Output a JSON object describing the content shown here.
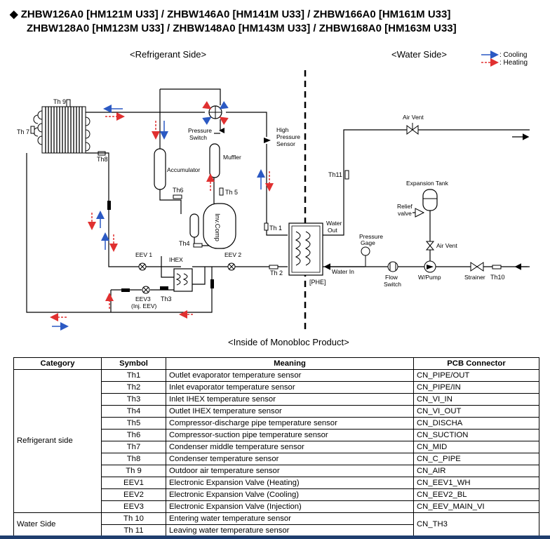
{
  "title": {
    "bullet": "◆",
    "line1": "ZHBW126A0 [HM121M U33] / ZHBW146A0 [HM141M U33] / ZHBW166A0 [HM161M U33]",
    "line2": "ZHBW128A0 [HM123M U33] / ZHBW148A0 [HM143M U33] / ZHBW168A0 [HM163M U33]"
  },
  "diagram": {
    "refrigerant_side": "<Refrigerant Side>",
    "water_side": "<Water Side>",
    "inside_label": "<Inside of Monobloc Product>",
    "legend": {
      "cooling": ": Cooling",
      "heating": ": Heating",
      "cooling_color": "#2b59c3",
      "heating_color": "#e03030"
    },
    "components": {
      "th9": "Th 9",
      "th7": "Th 7",
      "th8": "Th8",
      "th6": "Th6",
      "th5": "Th 5",
      "th4": "Th4",
      "th3": "Th3",
      "th2": "Th 2",
      "th1": "Th 1",
      "th11": "Th11",
      "th10": "Th10",
      "pressure_switch_1": "Pressure",
      "pressure_switch_2": "Switch",
      "hp_sensor_1": "High",
      "hp_sensor_2": "Pressure",
      "hp_sensor_3": "Sensor",
      "accumulator": "Accumulator",
      "muffler": "Muffler",
      "inv_comp": "Inv.Comp",
      "eev1": "EEV 1",
      "eev2": "EEV 2",
      "ihex": "IHEX",
      "eev3": "EEV3",
      "inj_eev": "(Inj. EEV)",
      "phe": "[PHE]",
      "water_out_1": "Water",
      "water_out_2": "Out",
      "water_in": "Water In",
      "pressure_gage_1": "Pressure",
      "pressure_gage_2": "Gage",
      "flow_switch_1": "Flow",
      "flow_switch_2": "Switch",
      "w_pump": "W/Pump",
      "strainer": "Strainer",
      "air_vent_top": "Air Vent",
      "air_vent_mid": "Air Vent",
      "expansion_tank": "Expansion Tank",
      "relief_valve_1": "Relief",
      "relief_valve_2": "valve"
    }
  },
  "table": {
    "headers": [
      "Category",
      "Symbol",
      "Meaning",
      "PCB Connector"
    ],
    "refrigerant_category": "Refrigerant side",
    "water_category": "Water Side",
    "water_connector": "CN_TH3",
    "refrigerant_rows": [
      {
        "symbol": "Th1",
        "meaning": "Outlet evaporator temperature sensor",
        "connector": "CN_PIPE/OUT"
      },
      {
        "symbol": "Th2",
        "meaning": "Inlet evaporator temperature sensor",
        "connector": "CN_PIPE/IN"
      },
      {
        "symbol": "Th3",
        "meaning": "Inlet IHEX temperature sensor",
        "connector": "CN_VI_IN"
      },
      {
        "symbol": "Th4",
        "meaning": "Outlet IHEX temperature sensor",
        "connector": "CN_VI_OUT"
      },
      {
        "symbol": "Th5",
        "meaning": "Compressor-discharge pipe temperature sensor",
        "connector": "CN_DISCHA"
      },
      {
        "symbol": "Th6",
        "meaning": "Compressor-suction pipe temperature sensor",
        "connector": "CN_SUCTION"
      },
      {
        "symbol": "Th7",
        "meaning": "Condenser middle temperature sensor",
        "connector": "CN_MID"
      },
      {
        "symbol": "Th8",
        "meaning": "Condenser temperature sensor",
        "connector": "CN_C_PIPE"
      },
      {
        "symbol": "Th 9",
        "meaning": "Outdoor air temperature sensor",
        "connector": "CN_AIR"
      },
      {
        "symbol": "EEV1",
        "meaning": "Electronic Expansion Valve (Heating)",
        "connector": "CN_EEV1_WH"
      },
      {
        "symbol": "EEV2",
        "meaning": "Electronic Expansion Valve (Cooling)",
        "connector": "CN_EEV2_BL"
      },
      {
        "symbol": "EEV3",
        "meaning": "Electronic Expansion Valve (Injection)",
        "connector": "CN_EEV_MAIN_VI"
      }
    ],
    "water_rows": [
      {
        "symbol": "Th 10",
        "meaning": "Entering water temperature sensor"
      },
      {
        "symbol": "Th 11",
        "meaning": "Leaving water temperature sensor"
      }
    ]
  }
}
